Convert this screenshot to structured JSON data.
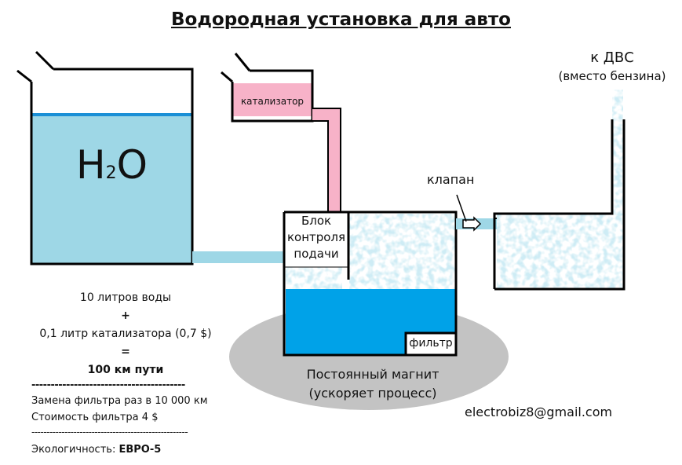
{
  "title": "Водородная установка для авто",
  "tank": {
    "symbol": "H",
    "subscript": "2",
    "symbol_end": "O"
  },
  "catalyst_label": "катализатор",
  "control_unit": [
    "Блок",
    "контроля",
    "подачи"
  ],
  "filter_label": "фильтр",
  "valve_label": "клапан",
  "magnet_label": [
    "Постоянный магнит",
    "(ускоряет процесс)"
  ],
  "engine_label": {
    "line1": "к ДВС",
    "line2": "(вместо бензина)"
  },
  "formula": {
    "water": "10 литров воды",
    "plus": "+",
    "catalyst": "0,1 литр катализатора (0,7 $)",
    "equals": "=",
    "result": "100 км пути"
  },
  "notes": {
    "separator_bold": "----------------------------------------",
    "filter_interval": "Замена фильтра раз в 10 000 км",
    "filter_cost": "Стоимость фильтра 4 $",
    "separator": "----------------------------------------------------",
    "eco_label": "Экологичность:",
    "eco_value": "ЕВРО-5"
  },
  "contact_email": "electrobiz8@gmail.com",
  "colors": {
    "water": "#9ed7e6",
    "water_surface": "#1a8fd6",
    "deep_water": "#00a2e8",
    "catalyst": "#f7b2c8",
    "magnet": "#c3c3c3",
    "outline": "#000000"
  }
}
